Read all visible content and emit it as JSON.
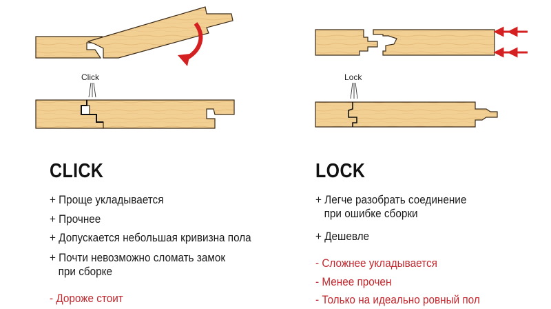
{
  "click": {
    "diagram_label": "Click",
    "heading": "CLICK",
    "pros": [
      "+ Проще укладывается",
      "+ Прочнее",
      "+ Допускается небольшая кривизна пола",
      "+ Почти невозможно сломать замок",
      "при сборке"
    ],
    "cons": [
      "- Дороже стоит"
    ]
  },
  "lock": {
    "diagram_label": "Lock",
    "heading": "LOCK",
    "pros": [
      "+ Легче разобрать соединение",
      "при ошибке сборки",
      "+ Дешевле"
    ],
    "cons": [
      "- Сложнее укладывается",
      "- Менее прочен",
      "- Только на идеально ровный пол"
    ]
  },
  "colors": {
    "board_fill": "#f2cf93",
    "board_stroke": "#3a2a18",
    "arrow": "#d42020",
    "con_text": "#c1272d"
  },
  "icons": [
    "rotate-arrow-icon",
    "push-arrow-icon"
  ]
}
